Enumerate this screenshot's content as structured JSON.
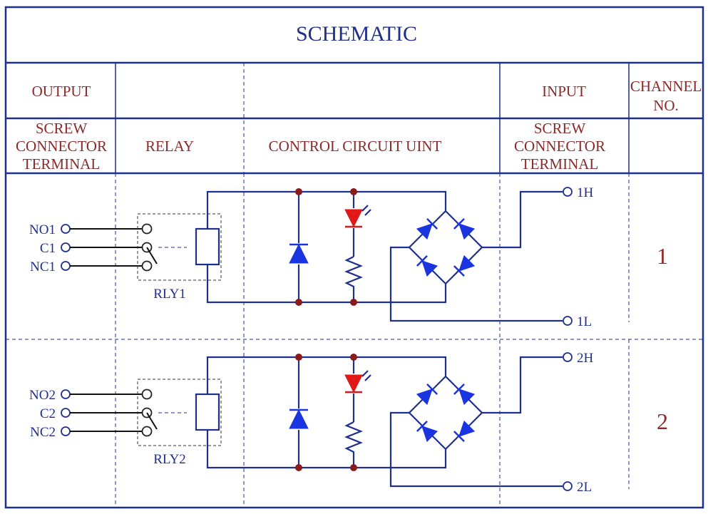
{
  "title": "SCHEMATIC",
  "headers": {
    "output": "OUTPUT",
    "input": "INPUT",
    "channel": [
      "CHANNEL",
      "NO."
    ],
    "screw_left": [
      "SCREW",
      "CONNECTOR",
      "TERMINAL"
    ],
    "relay": "RELAY",
    "control": "CONTROL CIRCUIT UINT",
    "screw_right": [
      "SCREW",
      "CONNECTOR",
      "TERMINAL"
    ]
  },
  "channels": [
    {
      "number": "1",
      "relay_label": "RLY1",
      "outputs": [
        "NO1",
        "C1",
        "NC1"
      ],
      "inputs": [
        "1H",
        "1L"
      ]
    },
    {
      "number": "2",
      "relay_label": "RLY2",
      "outputs": [
        "NO2",
        "C2",
        "NC2"
      ],
      "inputs": [
        "2H",
        "2L"
      ]
    }
  ],
  "colors": {
    "frame": "#1f2f8c",
    "diode": "#1a34e0",
    "led": "#e01818",
    "node": "#8b1a1a",
    "header_text": "#8b2a2a"
  }
}
